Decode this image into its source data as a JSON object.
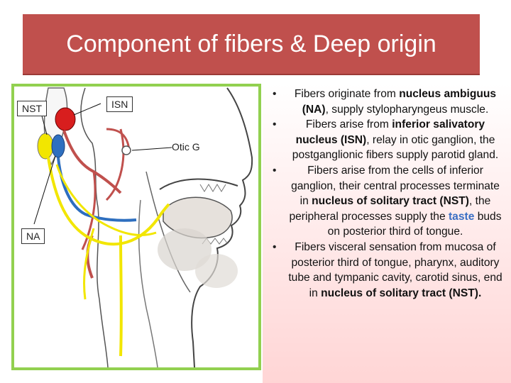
{
  "slide": {
    "title": "Component of fibers  & Deep origin"
  },
  "figure": {
    "labels": {
      "nst": "NST",
      "isn": "ISN",
      "otic_g": "Otic G",
      "na": "NA"
    },
    "colors": {
      "title_bg": "#c0504d",
      "frame": "#92d050",
      "motor_fiber": "#c0504d",
      "secretomotor_fiber": "#2e6fbf",
      "sensory_fiber": "#f2e600",
      "nucleus_red": "#d81e1e"
    }
  },
  "bullets": [
    {
      "parts": [
        {
          "t": "Fibers originate from "
        },
        {
          "t": "nucleus ambiguus (NA)",
          "b": true
        },
        {
          "t": ", supply stylopharyngeus muscle."
        }
      ]
    },
    {
      "parts": [
        {
          "t": "Fibers arise from "
        },
        {
          "t": "inferior salivatory nucleus (ISN)",
          "b": true
        },
        {
          "t": ", relay in otic ganglion, the postganglionic fibers supply parotid gland."
        }
      ]
    },
    {
      "parts": [
        {
          "t": "Fibers arise from the cells of inferior ganglion, their central processes terminate in "
        },
        {
          "t": "nucleus of solitary tract (NST)",
          "b": true
        },
        {
          "t": ", the peripheral processes supply the "
        },
        {
          "t": "taste",
          "b": true,
          "c": "taste"
        },
        {
          "t": " buds on posterior third of tongue."
        }
      ]
    },
    {
      "parts": [
        {
          "t": "Fibers visceral sensation from mucosa of posterior third of tongue, pharynx, auditory tube and tympanic cavity, carotid sinus, end in "
        },
        {
          "t": "nucleus of solitary tract (NST).",
          "b": true
        }
      ]
    }
  ]
}
